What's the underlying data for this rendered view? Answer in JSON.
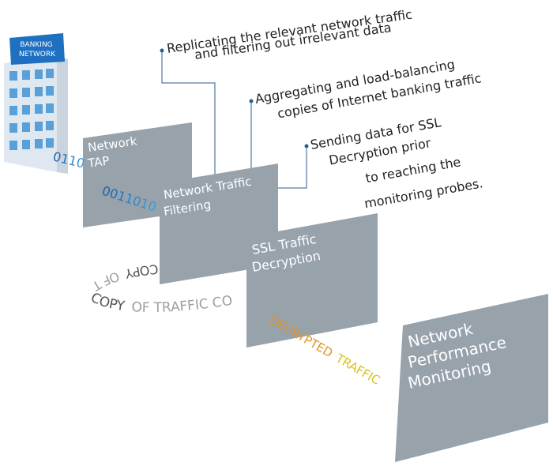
{
  "building": {
    "sign_line1": "BANKING",
    "sign_line2": "NETWORK"
  },
  "stages": [
    {
      "label_line1": "Network",
      "label_line2": "TAP",
      "label_line3": ""
    },
    {
      "label_line1": "Network Traffic",
      "label_line2": "Filtering",
      "label_line3": ""
    },
    {
      "label_line1": "SSL Traffic",
      "label_line2": "Decryption",
      "label_line3": ""
    },
    {
      "label_line1": "Network",
      "label_line2": "Performance",
      "label_line3": "Monitoring"
    }
  ],
  "callouts": [
    {
      "line1": "Replicating the relevant network traffic",
      "line2": "and filtering out irrelevant data",
      "line3": "",
      "line4": ""
    },
    {
      "line1": "Aggregating and load-balancing",
      "line2": "copies of Internet banking traffic",
      "line3": "",
      "line4": ""
    },
    {
      "line1": "Sending data for SSL",
      "line2": "Decryption prior",
      "line3": "to reaching the",
      "line4": "monitoring probes."
    }
  ],
  "flow_text": {
    "bits_1": "0110",
    "bits_2": "0011010",
    "copy_word_1": "COPY",
    "copy_word_2": "OF TRAFFIC",
    "copy_word_3": "COPY",
    "copy_word_4": "OF TRAFFIC CO",
    "decrypted_word_1": "DECRYPTED",
    "decrypted_word_2": "TRAFFIC"
  },
  "colors": {
    "panel": "#97a2ab",
    "panel_dark": "#8a96a0",
    "building": "#dfe8f0",
    "window": "#5aa0d8",
    "sign": "#1f70c0",
    "bits_blue": "#1a5ea8",
    "bits_light": "#3aa0e0",
    "copy_dark": "#555555",
    "copy_light": "#9aa0a6",
    "decrypted_orange": "#e0952a",
    "decrypted_yellow": "#d8c020",
    "line": "#2a5d8f"
  }
}
